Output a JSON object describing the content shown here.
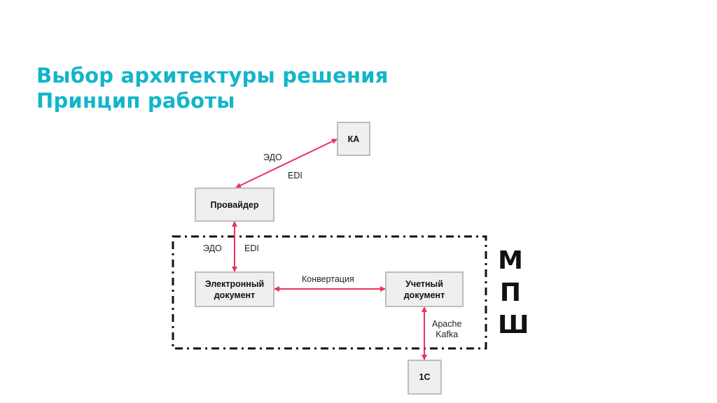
{
  "title": {
    "line1": "Выбор архитектуры решения",
    "line2": "Принцип работы"
  },
  "colors": {
    "title": "#12b5c9",
    "arrow": "#e8335a",
    "box_fill": "#efefef",
    "box_border": "#bdbdbd",
    "dash_border": "#111111"
  },
  "nodes": {
    "ka": "КА",
    "provider": "Провайдер",
    "edoc": "Электронный документ",
    "account_doc": "Учетный документ",
    "onec": "1С"
  },
  "labels": {
    "edo_top": "ЭДО",
    "edi_top": "EDI",
    "edo_mid": "ЭДО",
    "edi_mid": "EDI",
    "conversion": "Конвертация",
    "kafka_line1": "Apache",
    "kafka_line2": "Kafka"
  },
  "side_letters": [
    "М",
    "П",
    "Ш"
  ]
}
